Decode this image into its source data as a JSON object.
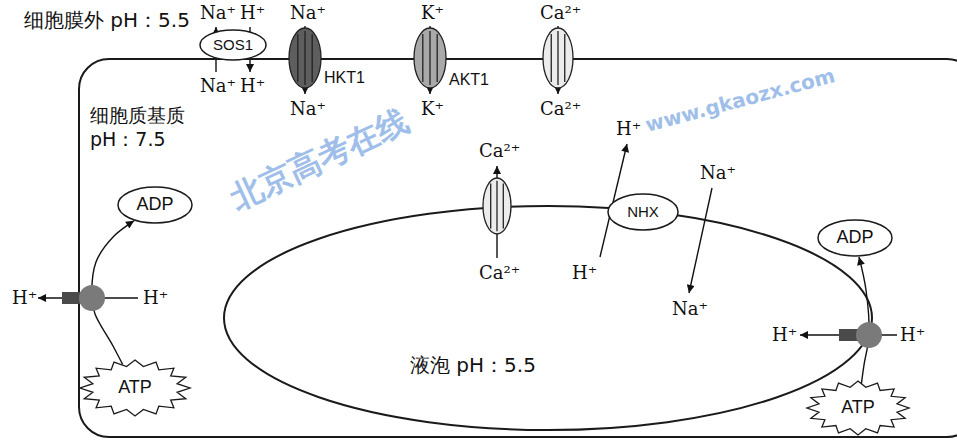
{
  "diagram": {
    "nodes": [
      {
        "text": [
          "细胞质基质 pH：7.5"
        ]
      },
      {
        "text": [
          "SOS1"
        ]
      },
      {
        "text": [
          "HKT1"
        ]
      },
      {
        "text": [
          "AKT1"
        ]
      },
      {
        "text": [
          "ADP"
        ],
        "in": 0
      },
      {
        "text": [
          "ATP"
        ],
        "in": 0
      },
      {
        "text": [
          "液泡 pH：5.5"
        ],
        "in": 0
      },
      {
        "text": [
          "NHX"
        ],
        "in": 0
      },
      {
        "text": [
          "ADP"
        ],
        "in": 0
      },
      {
        "text": [
          "ATP"
        ],
        "in": 0
      }
    ],
    "edges": [
      {
        "from": 5,
        "to": 4,
        "arrow": "to"
      },
      {
        "from": 9,
        "to": 8,
        "arrow": "to"
      }
    ],
    "labels": [
      "细胞膜外 pH：5.5",
      "Na⁺",
      "H⁺",
      "Na⁺",
      "H⁺",
      "Na⁺",
      "Na⁺",
      "K⁺",
      "K⁺",
      "Ca²⁺",
      "Ca²⁺",
      "Ca²⁺",
      "Ca²⁺",
      "H⁺",
      "H⁺",
      "Na⁺",
      "Na⁺",
      "H⁺",
      "H⁺",
      "H⁺",
      "H⁺",
      "北京高考在线",
      "www.gkaozx.com"
    ]
  }
}
